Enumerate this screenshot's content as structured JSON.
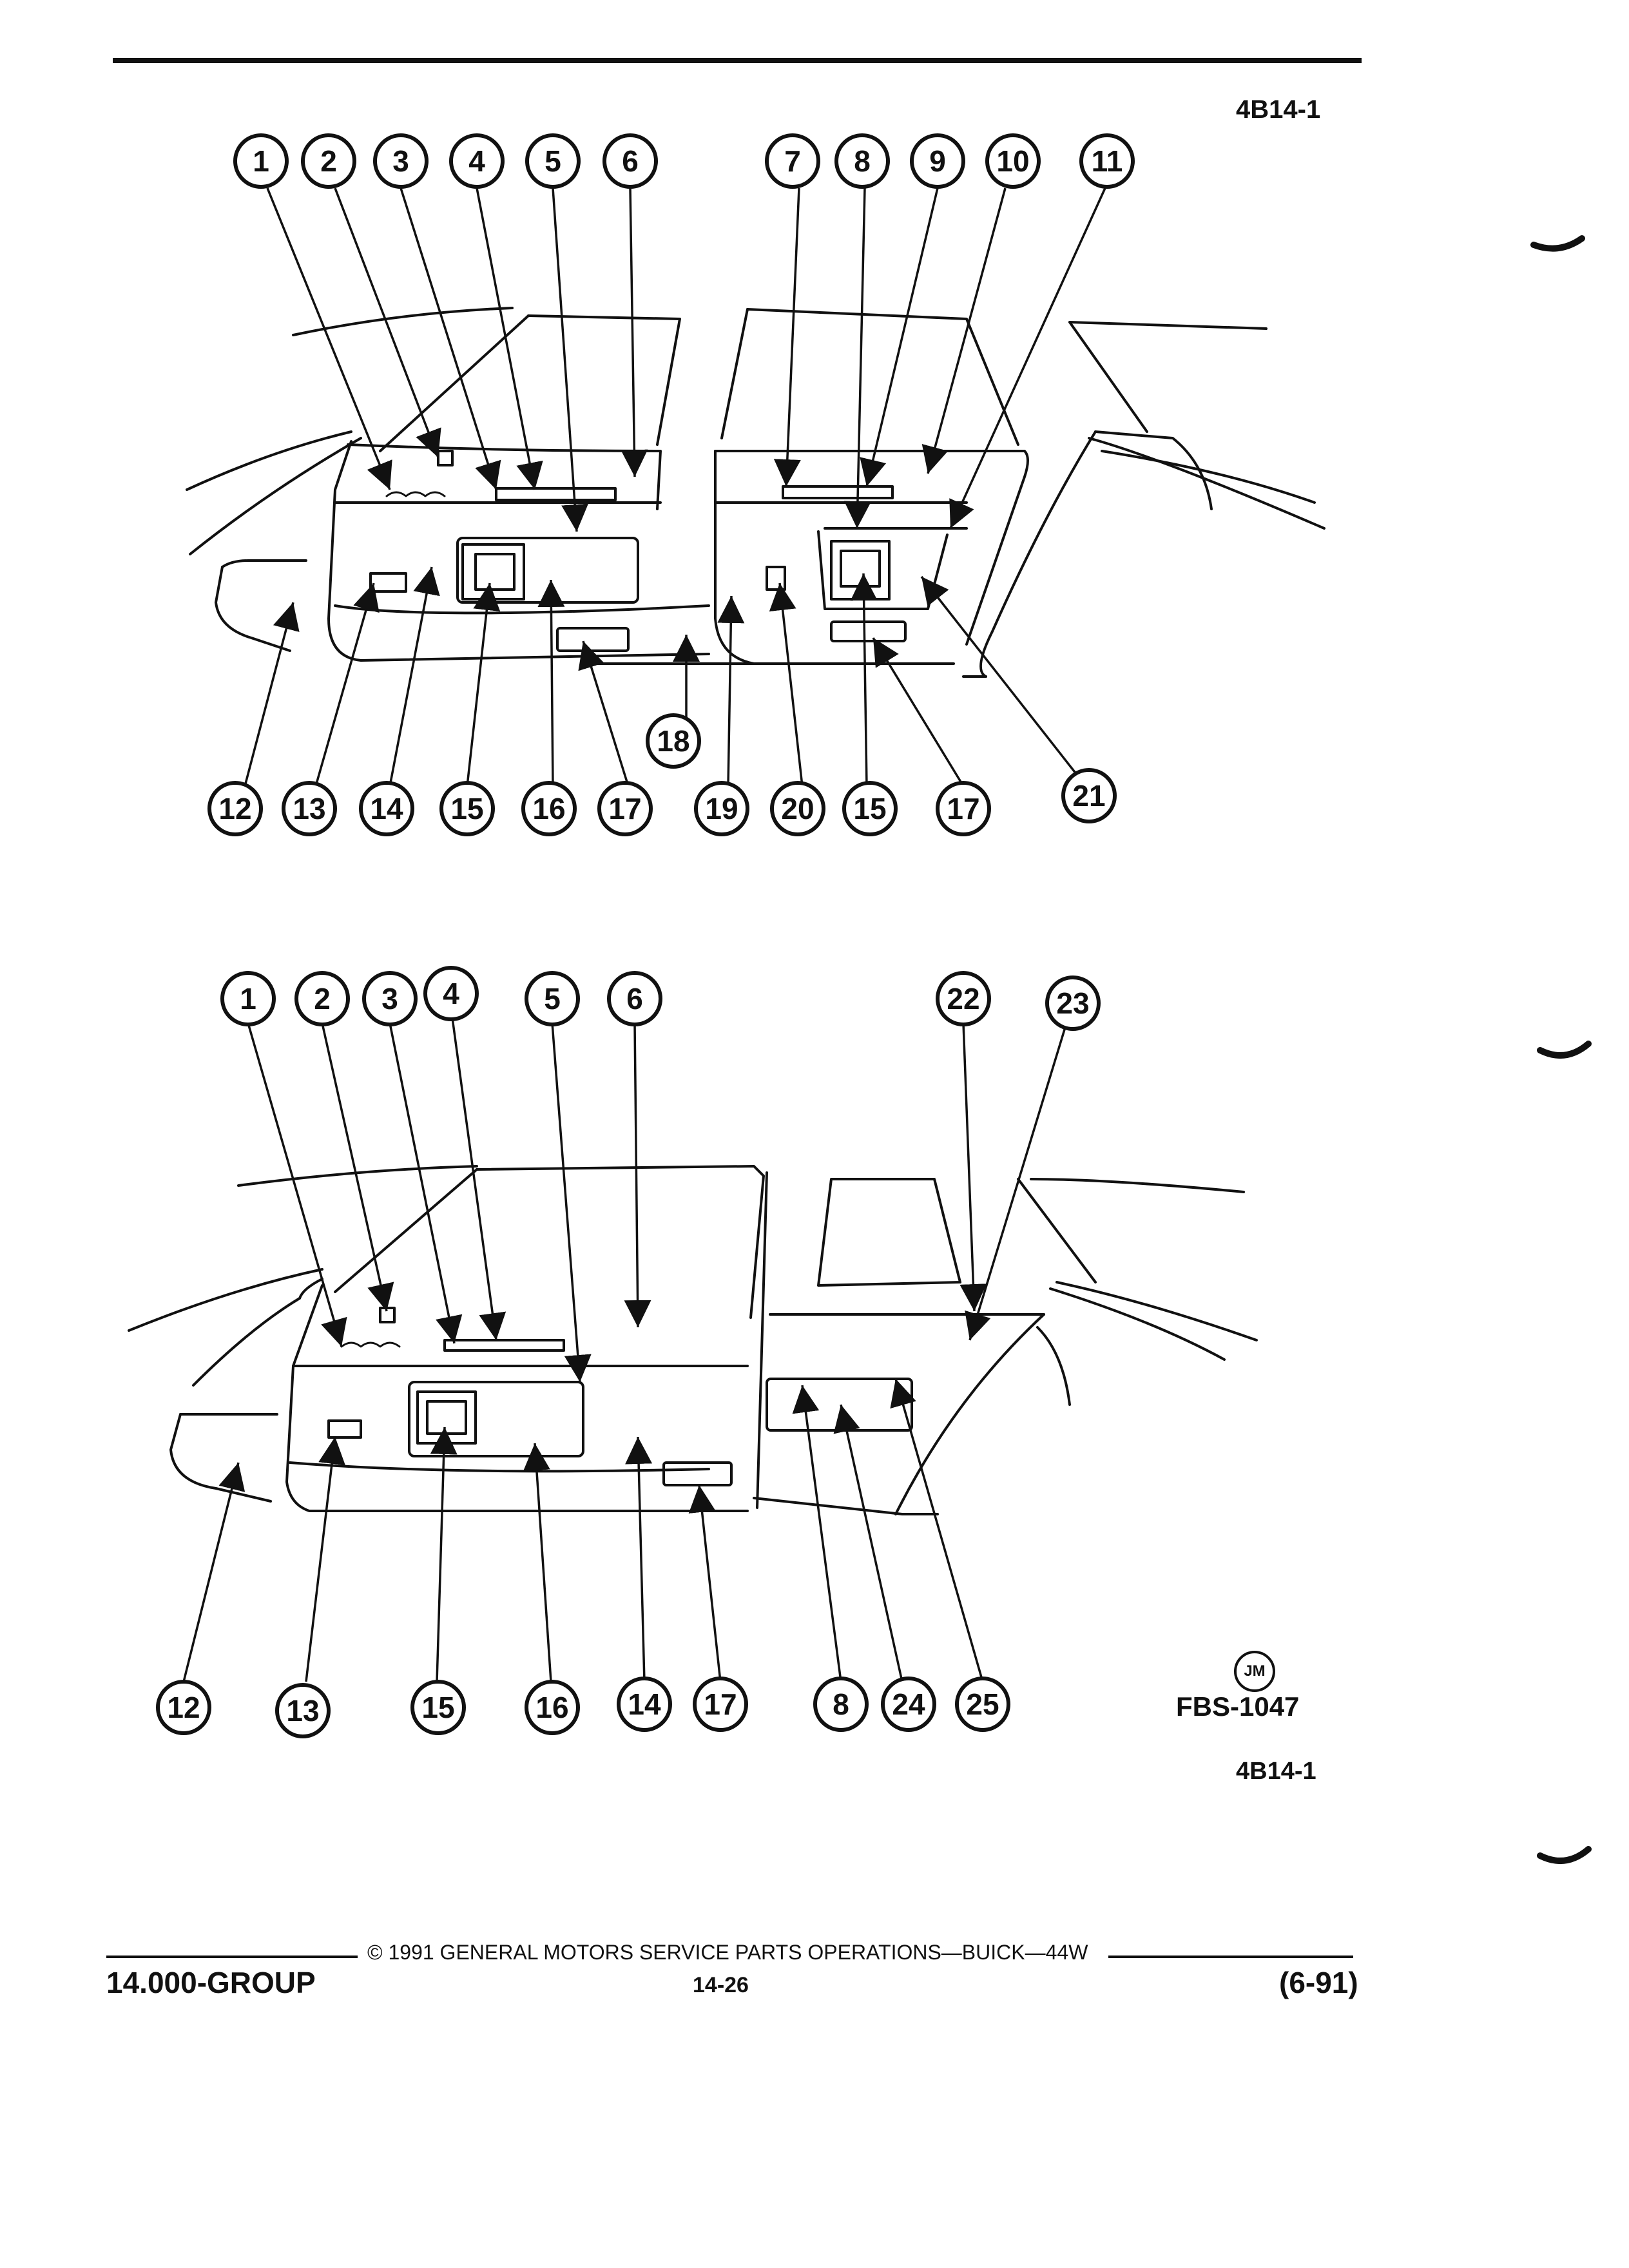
{
  "header": {
    "figure_code_top": "4B14-1"
  },
  "top_diagram": {
    "callouts": [
      "1",
      "2",
      "3",
      "4",
      "5",
      "6",
      "7",
      "8",
      "9",
      "10",
      "11",
      "12",
      "13",
      "14",
      "15",
      "16",
      "17",
      "18",
      "19",
      "20",
      "15",
      "17",
      "21"
    ]
  },
  "bottom_diagram": {
    "callouts": [
      "1",
      "2",
      "3",
      "4",
      "5",
      "6",
      "22",
      "23",
      "12",
      "13",
      "15",
      "16",
      "14",
      "17",
      "8",
      "24",
      "25"
    ]
  },
  "artist_mark": "JM",
  "figure_number": "FBS-1047",
  "figure_code_bottom": "4B14-1",
  "footer": {
    "copyright": "© 1991 GENERAL MOTORS SERVICE PARTS OPERATIONS—BUICK—44W",
    "group": "14.000-GROUP",
    "page_number": "14-26",
    "date_code": "(6-91)"
  },
  "colors": {
    "ink": "#111111",
    "paper": "#ffffff"
  }
}
